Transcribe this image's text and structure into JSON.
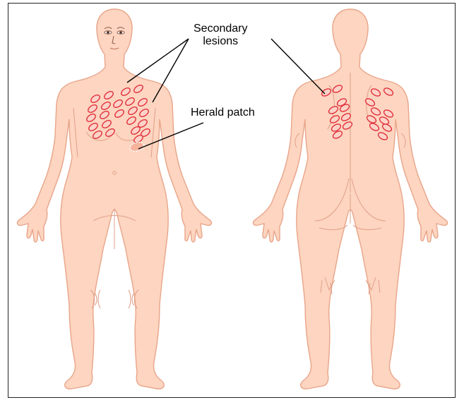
{
  "labels": {
    "secondary_lesions_line1": "Secondary",
    "secondary_lesions_line2": "lesions",
    "herald_patch": "Herald patch"
  },
  "colors": {
    "skin": "#fdd5c0",
    "skin_outline": "#e8a58a",
    "lesion_fill": "#fdd3c8",
    "lesion_outline": "#e0303a",
    "herald_fill": "#f6b39c",
    "leader_line": "#000000"
  }
}
